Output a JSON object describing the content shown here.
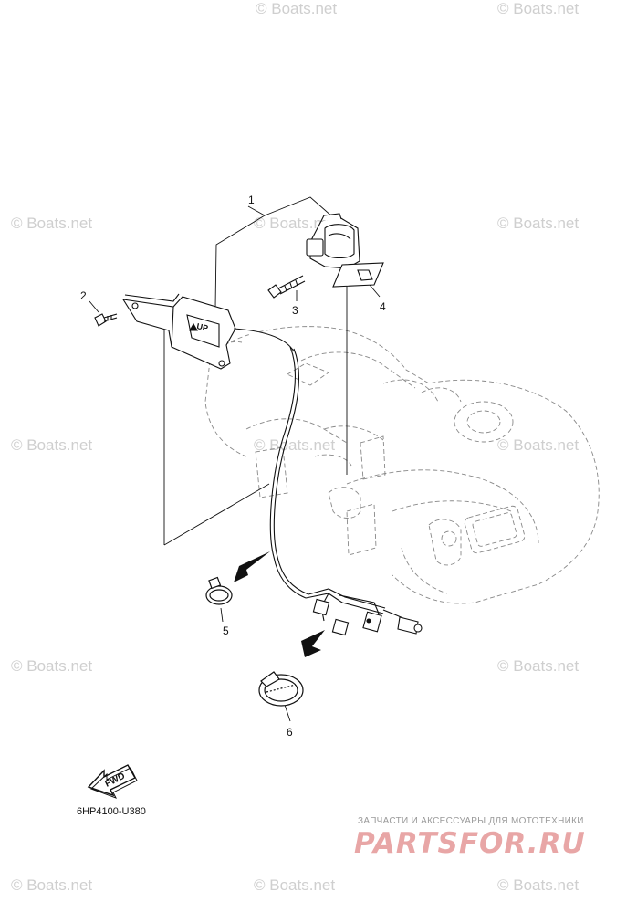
{
  "diagram": {
    "part_numbers": [
      "1",
      "2",
      "3",
      "4",
      "5",
      "6"
    ],
    "direction_label": "FWD",
    "drawing_code": "6HP4100-U380",
    "component_label": "UP"
  },
  "watermark": {
    "text": "© Boats.net"
  },
  "branding": {
    "tagline": "ЗАПЧАСТИ И АКСЕССУАРЫ ДЛЯ МОТОТЕХНИКИ",
    "site": "PARTSFOR.RU"
  },
  "colors": {
    "line": "#111111",
    "dashed": "#888888",
    "watermark": "#cfcfcf",
    "brand": "#e8a6a6"
  }
}
